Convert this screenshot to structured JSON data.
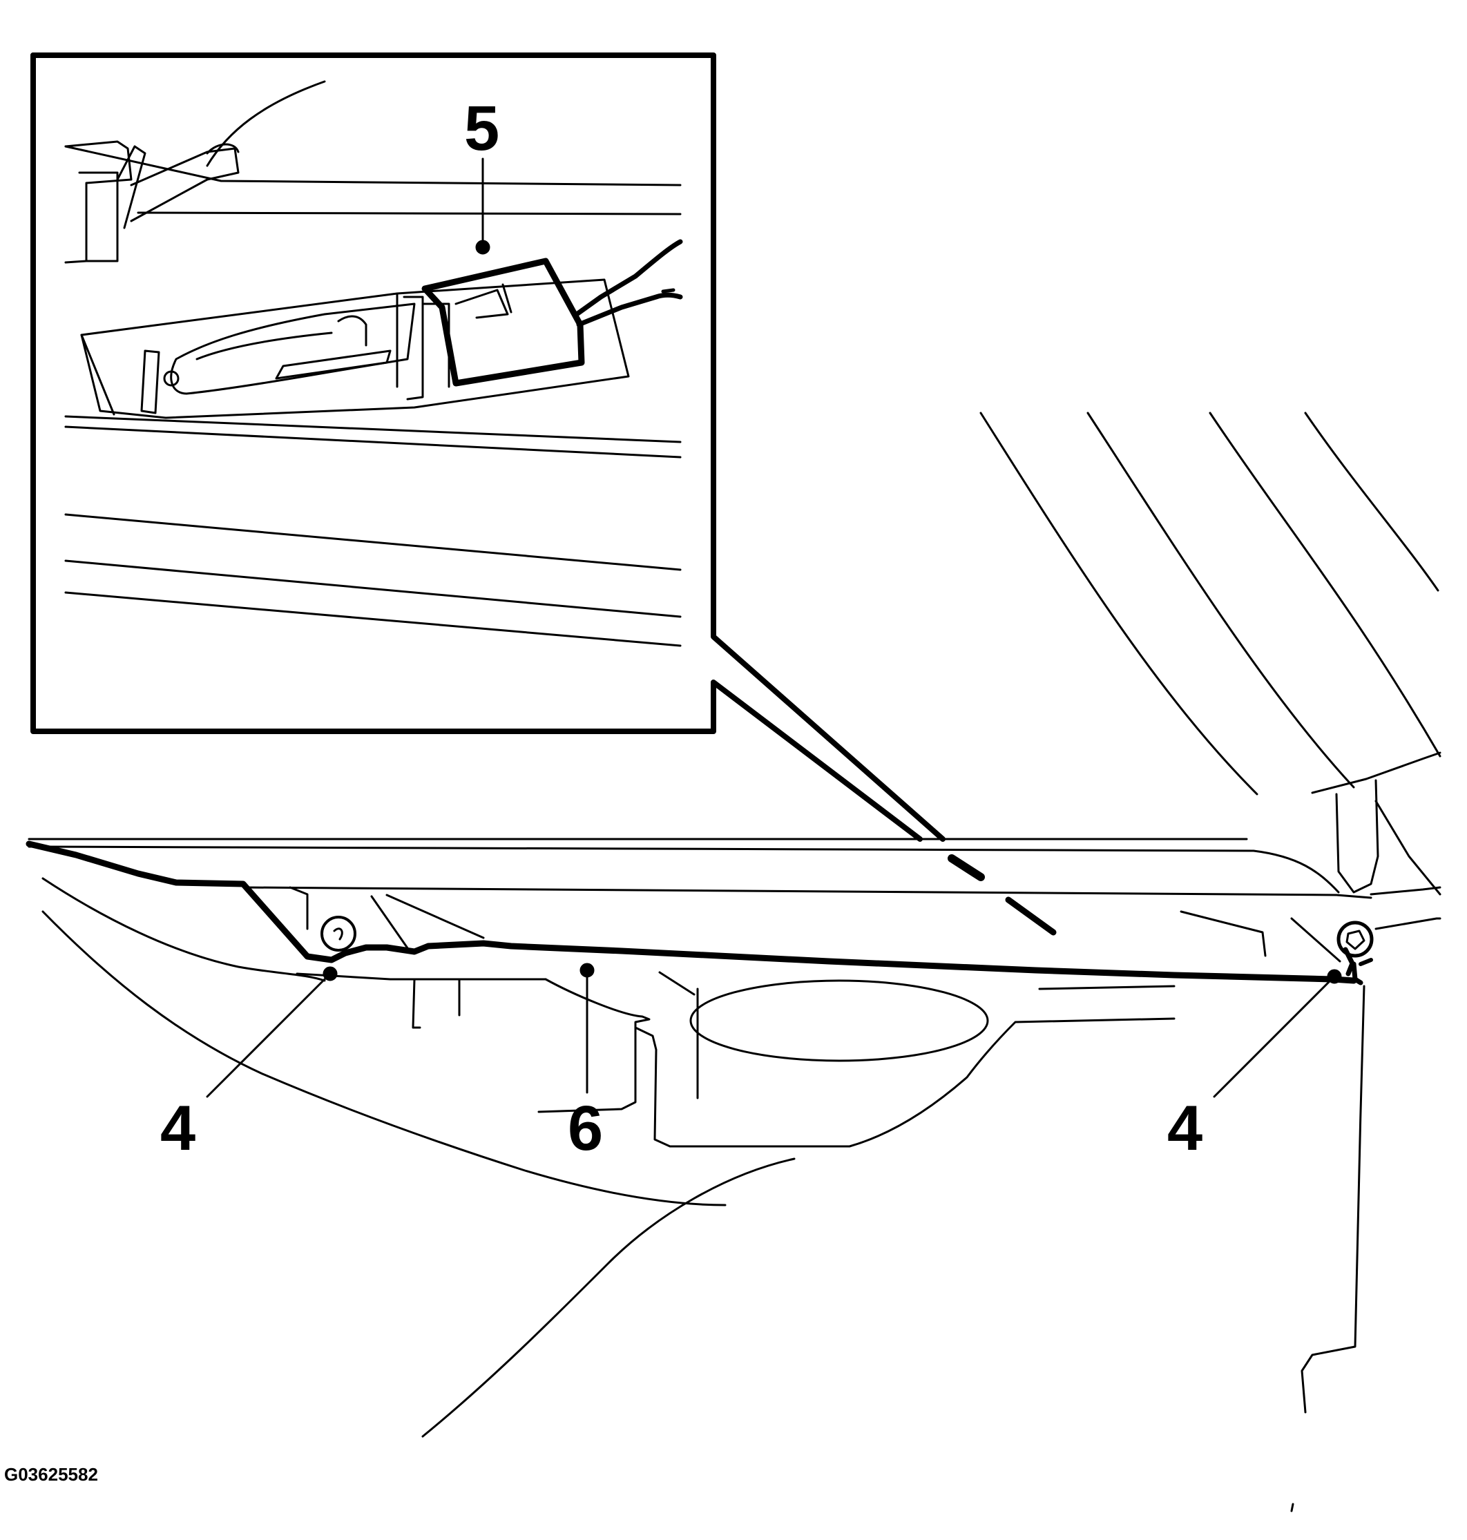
{
  "figure_id": "G03625582",
  "callouts": [
    {
      "id": "callout-5",
      "text": "5"
    },
    {
      "id": "callout-4-left",
      "text": "4"
    },
    {
      "id": "callout-6",
      "text": "6"
    },
    {
      "id": "callout-4-right",
      "text": "4"
    }
  ],
  "colors": {
    "ink": "#000000",
    "paper": "#ffffff"
  }
}
